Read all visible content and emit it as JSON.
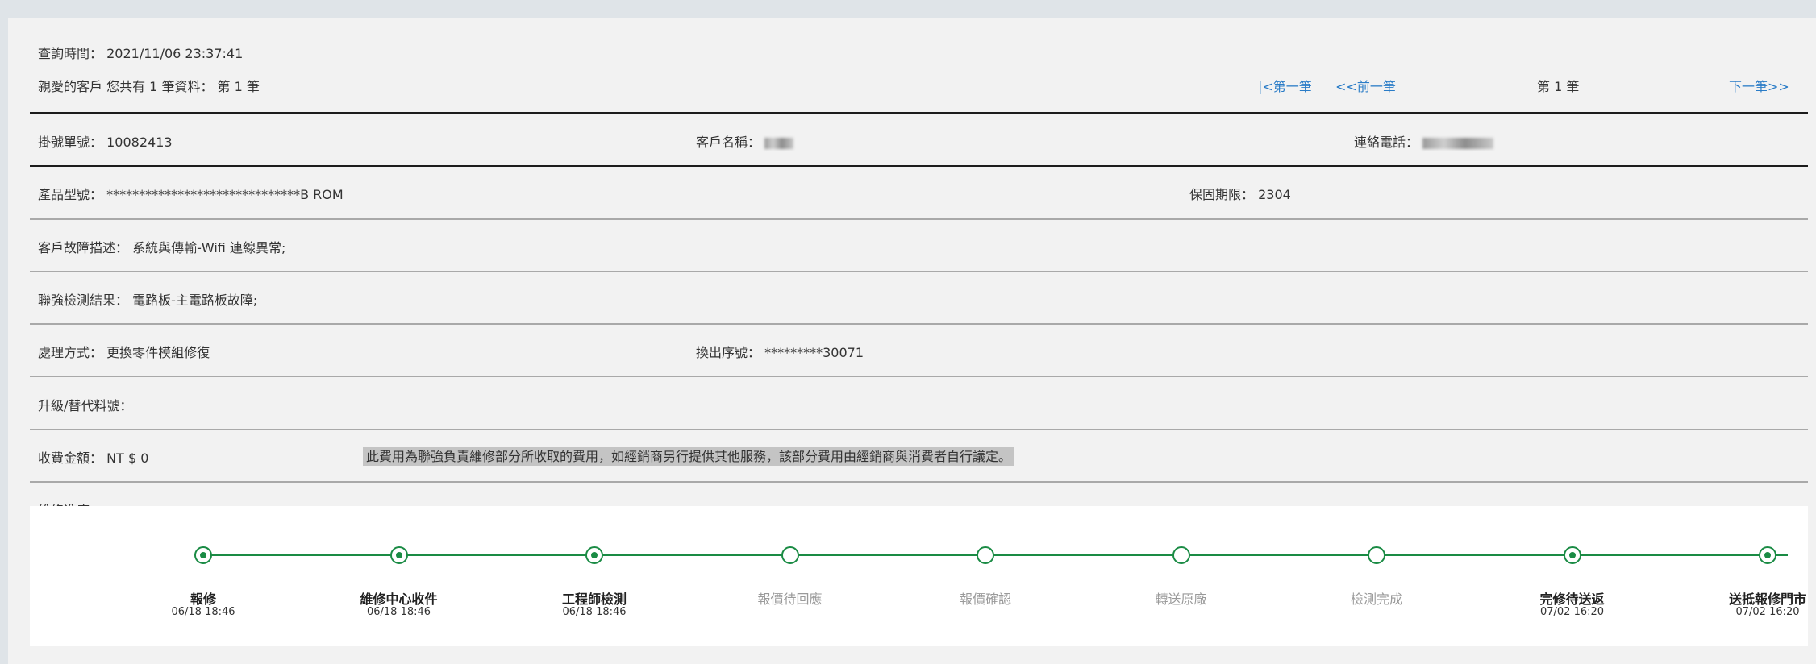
{
  "query": {
    "label": "查詢時間：",
    "value": "2021/11/06 23:37:41"
  },
  "summary": "親愛的客戶 您共有 1 筆資料： 第 1 筆",
  "pager": {
    "first": "|<第一筆",
    "prev": "<<前一筆",
    "current": "第 1 筆",
    "next": "下一筆>>"
  },
  "fields": {
    "ticket_label": "掛號單號：",
    "ticket_value": "10082413",
    "customer_label": "客戶名稱：",
    "phone_label": "連絡電話：",
    "model_label": "產品型號：",
    "model_value": "******************************B ROM",
    "warranty_label": "保固期限：",
    "warranty_value": "2304",
    "fault_label": "客戶故障描述：",
    "fault_value": "系統與傳輸-Wifi 連線異常;",
    "result_label": "聯強檢測結果：",
    "result_value": "電路板-主電路板故障;",
    "process_label": "處理方式：",
    "process_value": "更換零件模組修復",
    "serial_label": "換出序號：",
    "serial_value": "*********30071",
    "upgrade_label": "升級/替代料號：",
    "fee_label": "收費金額：",
    "fee_value": "NT $ 0",
    "fee_note": "此費用為聯強負責維修部分所收取的費用，如經銷商另行提供其他服務，該部分費用由經銷商與消費者自行議定。",
    "progress_label": "維修進度："
  },
  "steps": [
    {
      "label": "報修",
      "time": "06/18 18:46",
      "done": true
    },
    {
      "label": "維修中心收件",
      "time": "06/18 18:46",
      "done": true
    },
    {
      "label": "工程師檢測",
      "time": "06/18 18:46",
      "done": true
    },
    {
      "label": "報價待回應",
      "time": "",
      "done": false
    },
    {
      "label": "報價確認",
      "time": "",
      "done": false
    },
    {
      "label": "轉送原廠",
      "time": "",
      "done": false
    },
    {
      "label": "檢測完成",
      "time": "",
      "done": false
    },
    {
      "label": "完修待送返",
      "time": "07/02 16:20",
      "done": true
    },
    {
      "label": "送抵報修門市",
      "time": "07/02 16:20",
      "done": true
    }
  ],
  "colors": {
    "accent": "#1a8b44",
    "link": "#2a7cc7"
  }
}
